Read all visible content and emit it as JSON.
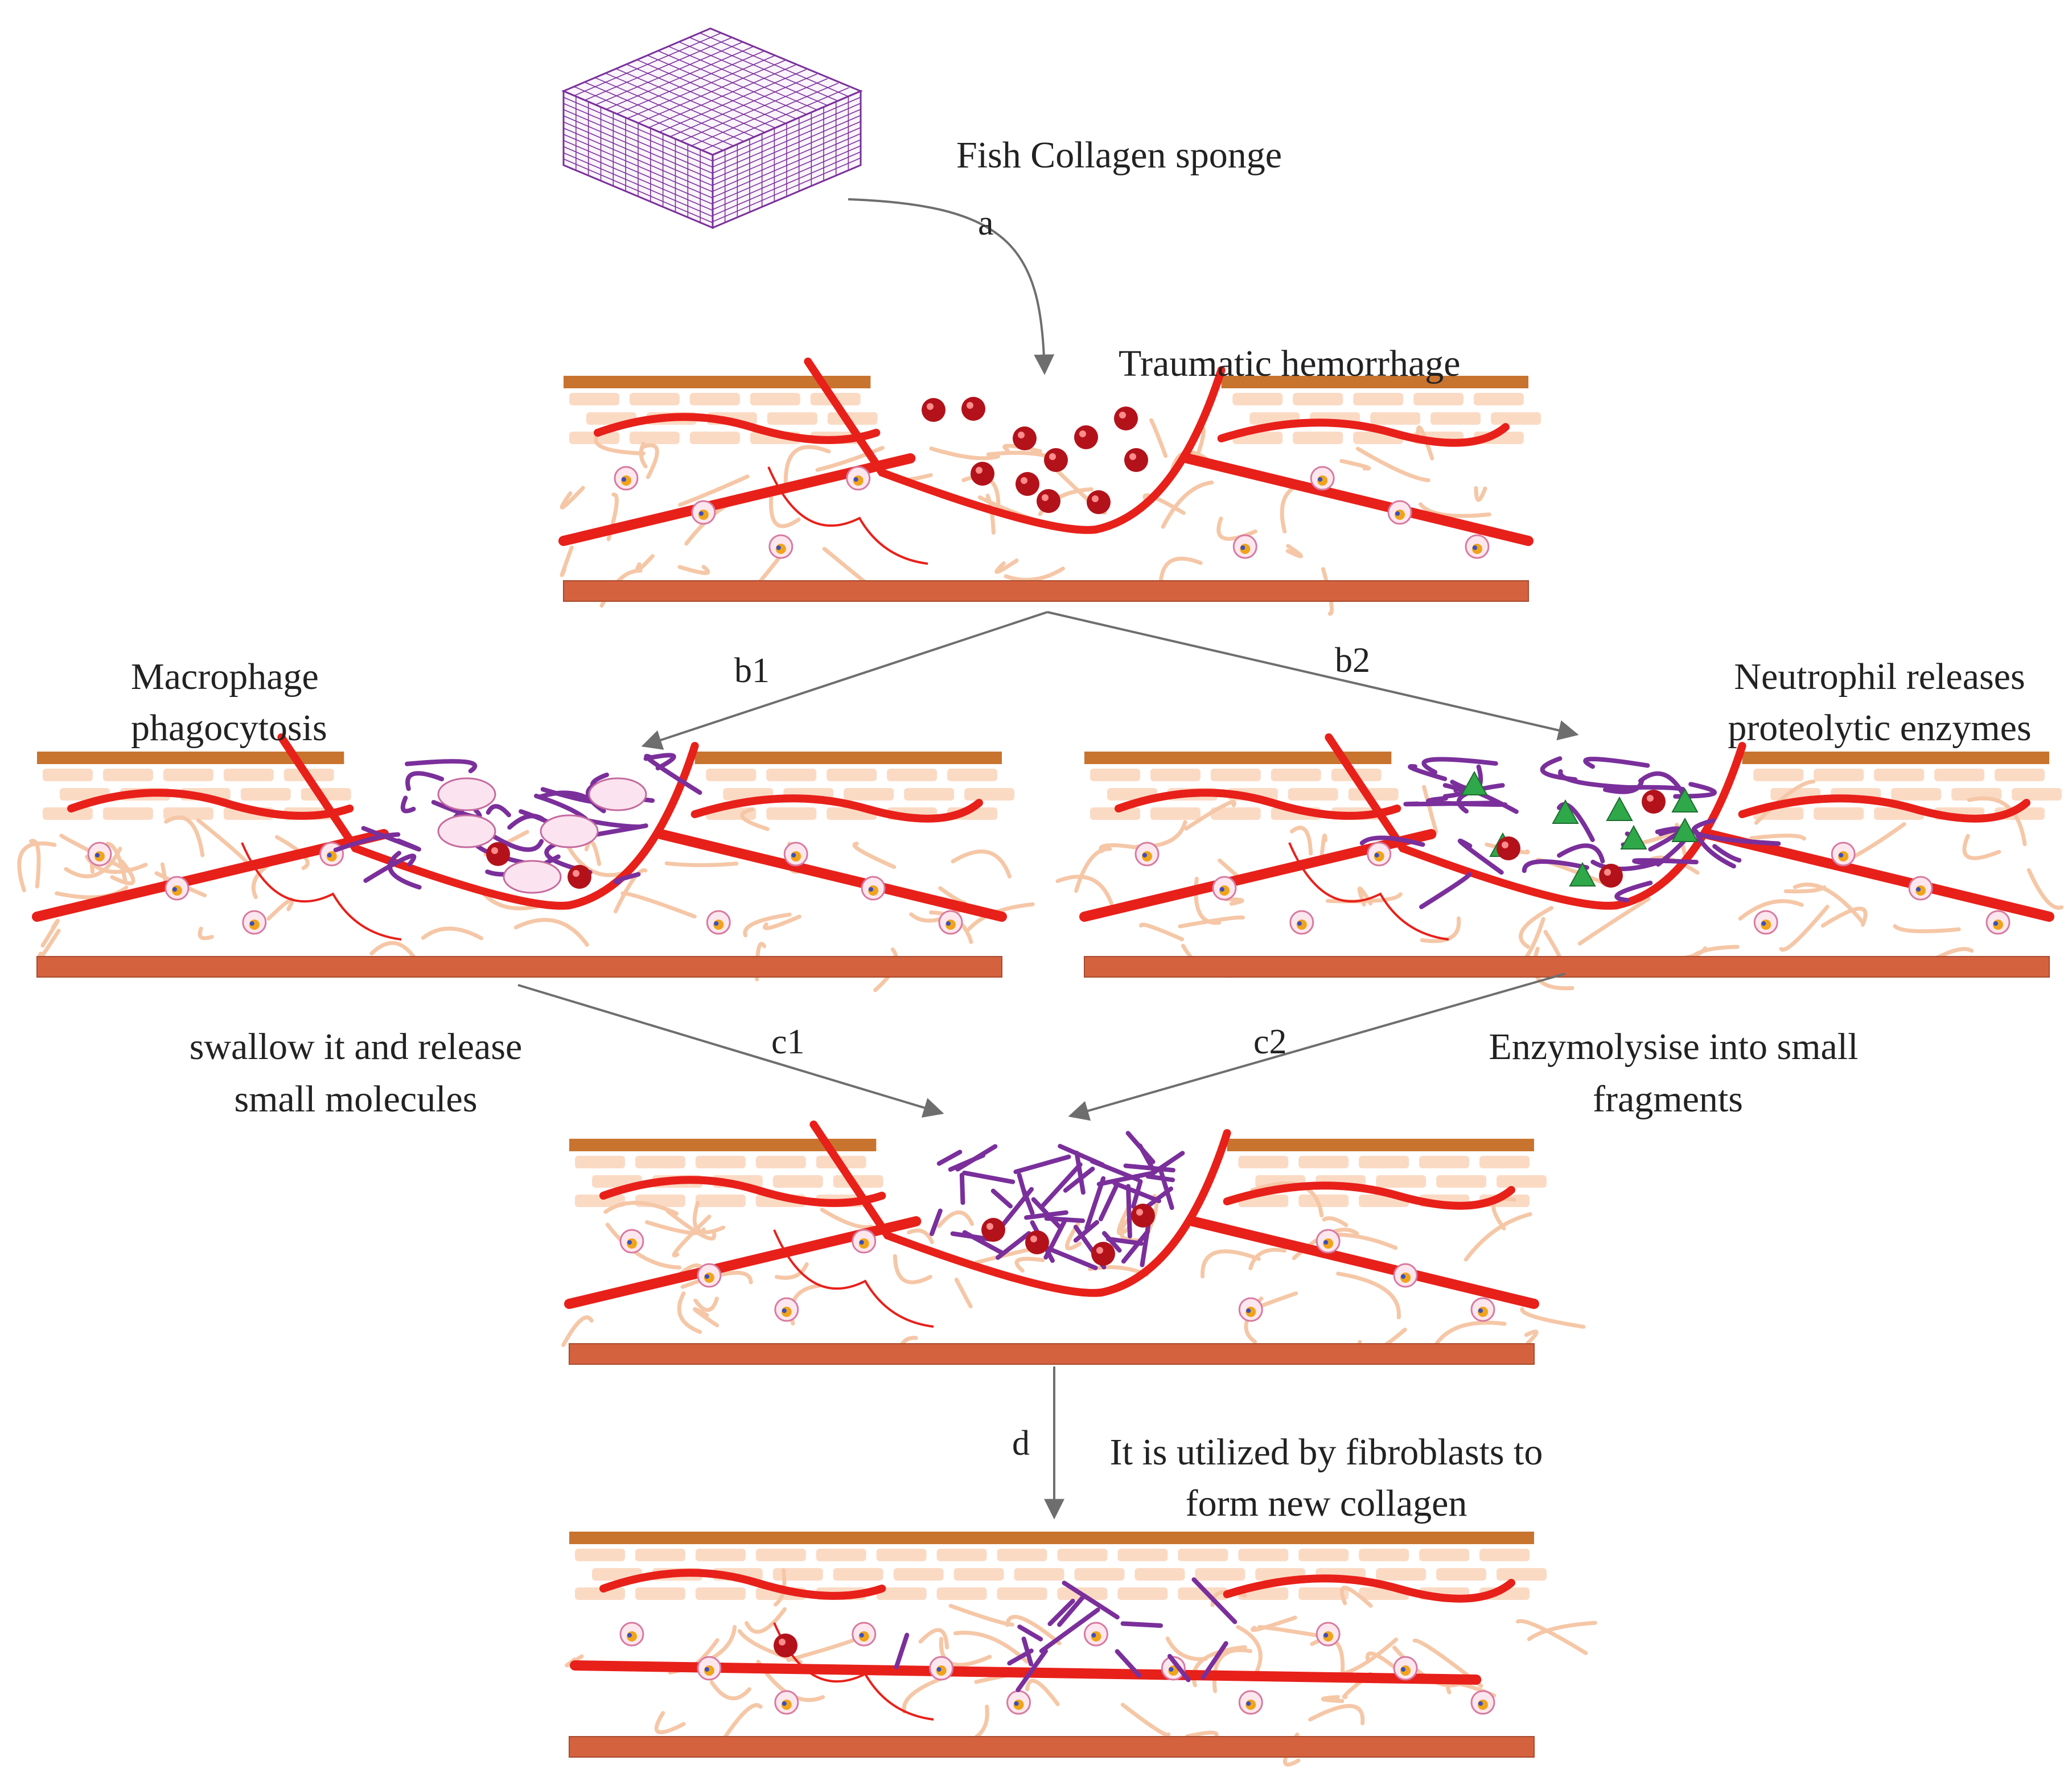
{
  "labels": {
    "sponge": "Fish Collagen sponge",
    "hemorrhage": "Traumatic hemorrhage",
    "macrophage_1": "Macrophage",
    "macrophage_2": "phagocytosis",
    "neutrophil_1": "Neutrophil releases",
    "neutrophil_2": "proteolytic enzymes",
    "swallow_1": "swallow it and release",
    "swallow_2": "small molecules",
    "enzymolysise_1": "Enzymolysise into small",
    "enzymolysise_2": "fragments",
    "fibroblast_1": "It is utilized by fibroblasts to",
    "fibroblast_2": "form new collagen"
  },
  "steps": {
    "a": "a",
    "b1": "b1",
    "b2": "b2",
    "c1": "c1",
    "c2": "c2",
    "d": "d"
  },
  "colors": {
    "vessel": "#e8201a",
    "epidermis": "#c8742f",
    "dermis_bricks": "#fbdac4",
    "basement": "#d5623f",
    "fibers": "#f5c7a7",
    "collagen": "#7a2f9b",
    "blood_cell": "#b3121b",
    "enzyme": "#2fa84a"
  }
}
